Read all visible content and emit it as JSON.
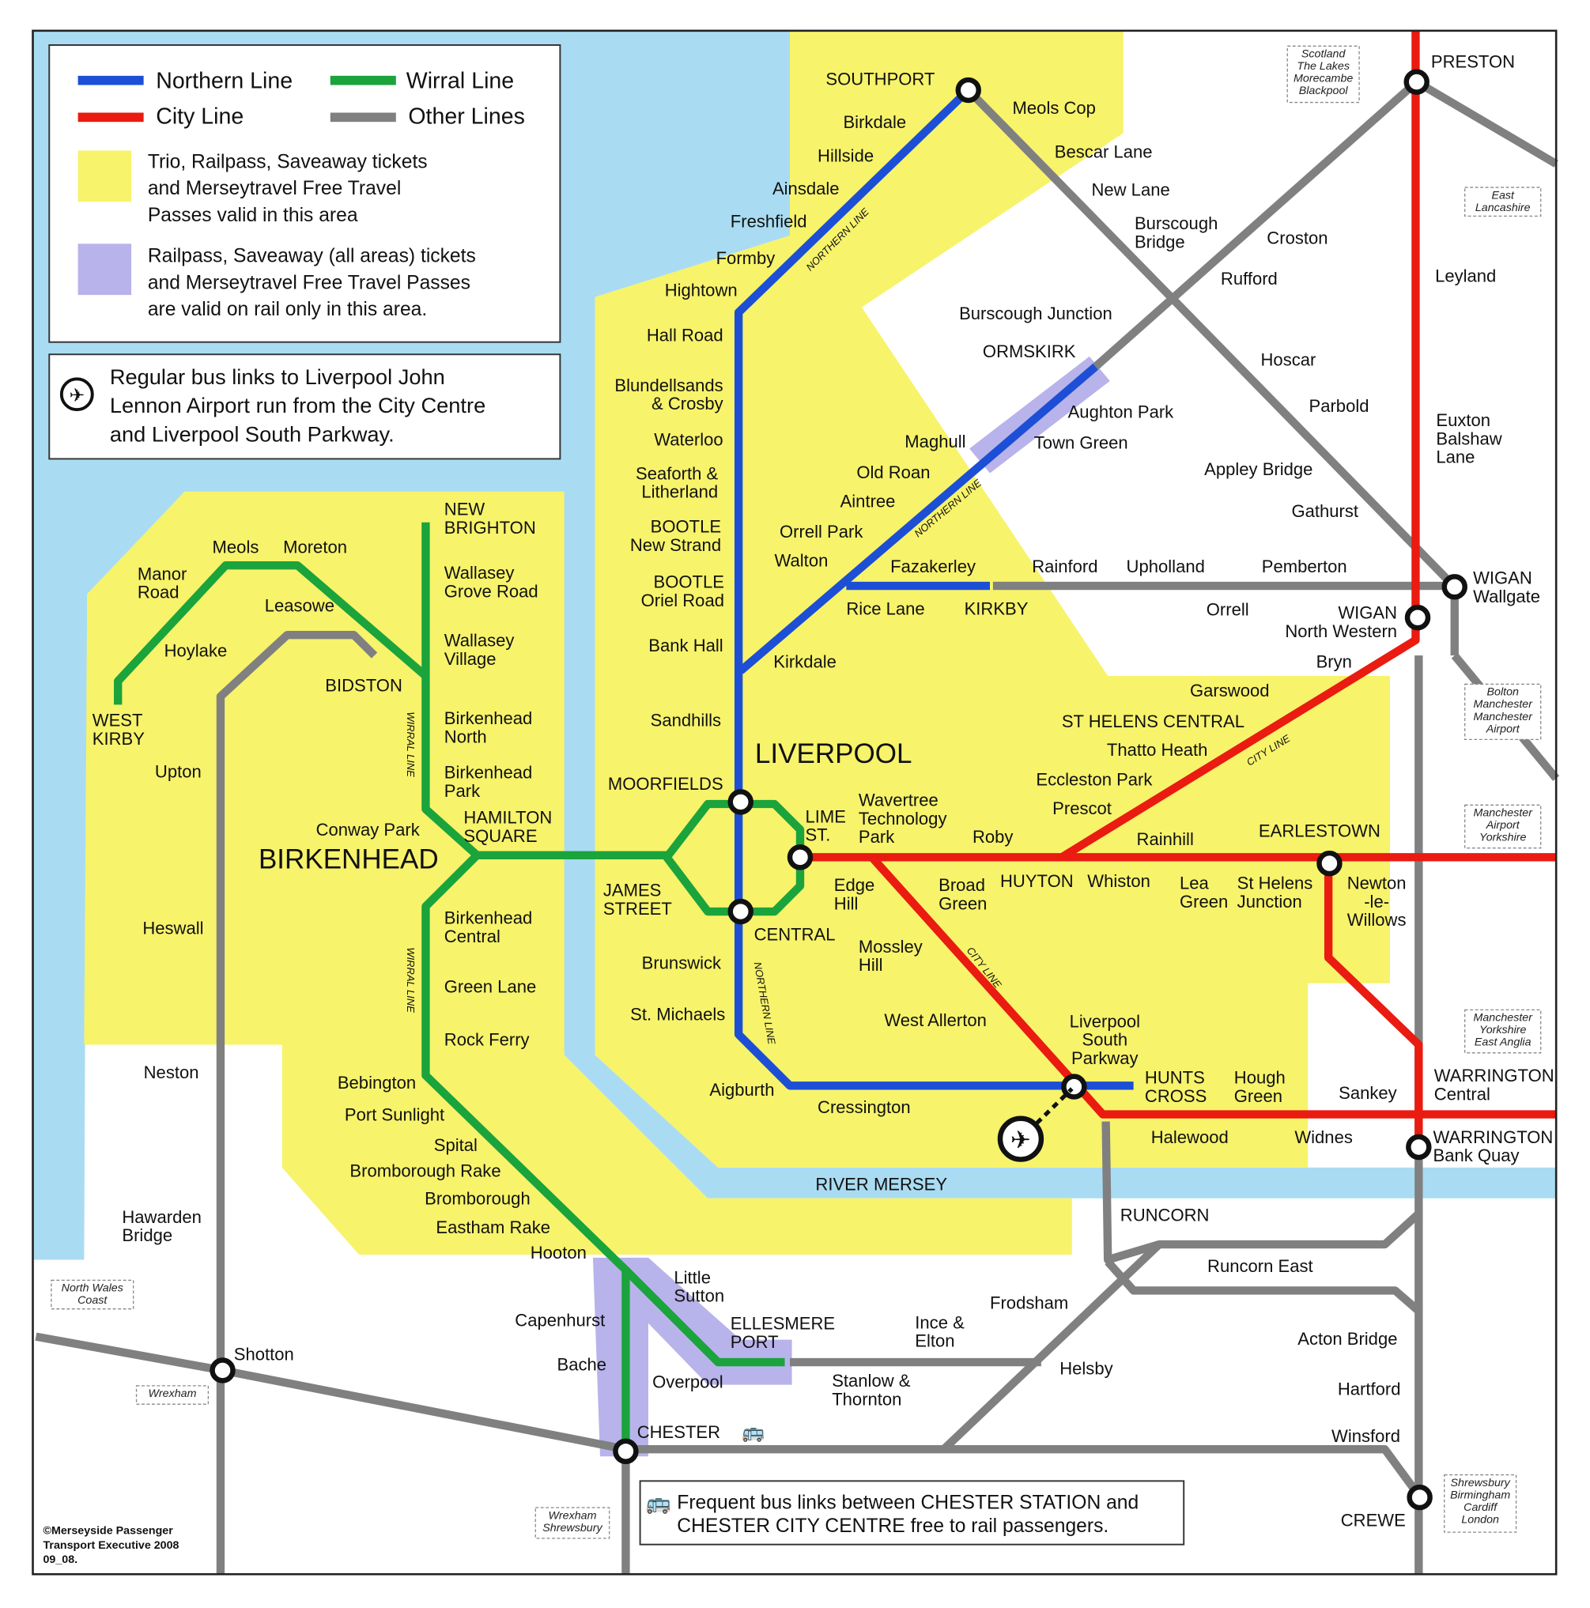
{
  "legend": {
    "northern": "Northern Line",
    "wirral": "Wirral Line",
    "city": "City Line",
    "other": "Other Lines",
    "yellow_text": [
      "Trio, Railpass, Saveaway tickets",
      "and Merseytravel Free Travel",
      "Passes valid in this area"
    ],
    "purple_text": [
      "Railpass, Saveaway (all areas) tickets",
      "and Merseytravel Free Travel Passes",
      "are valid on rail only in this area."
    ],
    "colors": {
      "northern": "#1c4fd6",
      "wirral": "#1ba33c",
      "city": "#ea1b10",
      "other": "#808080",
      "yellow": "#f7f36b",
      "purple": "#b8b3ea",
      "water": "#a9dcf2"
    }
  },
  "airport_note": [
    "Regular bus links to Liverpool John",
    "Lennon Airport run from the City Centre",
    "and Liverpool South Parkway."
  ],
  "bus_note": [
    "Frequent bus links between CHESTER STATION and",
    "CHESTER CITY CENTRE free to rail passengers."
  ],
  "copyright": [
    "©Merseyside Passenger",
    "Transport Executive 2008",
    "09_08."
  ],
  "line_labels": {
    "northern": "NORTHERN LINE",
    "wirral": "WIRRAL LINE",
    "city": "CITY LINE"
  },
  "directions": {
    "scotland": [
      "Scotland",
      "The Lakes",
      "Morecambe",
      "Blackpool"
    ],
    "east_lancs": [
      "East",
      "Lancashire"
    ],
    "bolton": [
      "Bolton",
      "Manchester",
      "Manchester",
      "Airport"
    ],
    "manc_airport": [
      "Manchester",
      "Airport",
      "Yorkshire"
    ],
    "manc_yorks": [
      "Manchester",
      "Yorkshire",
      "East Anglia"
    ],
    "shrewsbury": [
      "Shrewsbury",
      "Birmingham",
      "Cardiff",
      "London"
    ],
    "wrex_shrews": [
      "Wrexham",
      "Shrewsbury"
    ],
    "wrexham": [
      "Wrexham"
    ],
    "north_wales": [
      "North Wales",
      "Coast"
    ]
  },
  "stations": {
    "southport": [
      "SOUTHPORT"
    ],
    "meols_cop": [
      "Meols Cop"
    ],
    "birkdale": [
      "Birkdale"
    ],
    "hillside": [
      "Hillside"
    ],
    "ainsdale": [
      "Ainsdale"
    ],
    "freshfield": [
      "Freshfield"
    ],
    "formby": [
      "Formby"
    ],
    "hightown": [
      "Hightown"
    ],
    "hall_road": [
      "Hall Road"
    ],
    "blundellsands": [
      "Blundellsands",
      "& Crosby"
    ],
    "waterloo": [
      "Waterloo"
    ],
    "seaforth": [
      "Seaforth &",
      "Litherland"
    ],
    "bootle_ns": [
      "BOOTLE",
      "New Strand"
    ],
    "bootle_or": [
      "BOOTLE",
      "Oriel Road"
    ],
    "bank_hall": [
      "Bank Hall"
    ],
    "sandhills": [
      "Sandhills"
    ],
    "kirkdale": [
      "Kirkdale"
    ],
    "liverpool": [
      "LIVERPOOL"
    ],
    "moorfields": [
      "MOORFIELDS"
    ],
    "lime_st": [
      "LIME",
      "ST."
    ],
    "wavertree": [
      "Wavertree",
      "Technology",
      "Park"
    ],
    "central": [
      "CENTRAL"
    ],
    "james_st": [
      "JAMES",
      "STREET"
    ],
    "brunswick": [
      "Brunswick"
    ],
    "st_michaels": [
      "St. Michaels"
    ],
    "aigburth": [
      "Aigburth"
    ],
    "cressington": [
      "Cressington"
    ],
    "edge_hill": [
      "Edge",
      "Hill"
    ],
    "broad_green": [
      "Broad",
      "Green"
    ],
    "roby": [
      "Roby"
    ],
    "huyton": [
      "HUYTON"
    ],
    "whiston": [
      "Whiston"
    ],
    "lea_green": [
      "Lea",
      "Green"
    ],
    "st_helens_jn": [
      "St Helens",
      "Junction"
    ],
    "newton": [
      "Newton",
      "-le-",
      "Willows"
    ],
    "mossley_hill": [
      "Mossley",
      "Hill"
    ],
    "west_allerton": [
      "West Allerton"
    ],
    "lsp": [
      "Liverpool",
      "South",
      "Parkway"
    ],
    "hunts_cross": [
      "HUNTS",
      "CROSS"
    ],
    "hough_green": [
      "Hough",
      "Green"
    ],
    "sankey": [
      "Sankey"
    ],
    "warrington_c": [
      "WARRINGTON",
      "Central"
    ],
    "halewood": [
      "Halewood"
    ],
    "widnes": [
      "Widnes"
    ],
    "warrington_bq": [
      "WARRINGTON",
      "Bank Quay"
    ],
    "river_mersey": [
      "RIVER MERSEY"
    ],
    "runcorn": [
      "RUNCORN"
    ],
    "runcorn_east": [
      "Runcorn East"
    ],
    "frodsham": [
      "Frodsham"
    ],
    "ince": [
      "Ince &",
      "Elton"
    ],
    "helsby": [
      "Helsby"
    ],
    "stanlow": [
      "Stanlow &",
      "Thornton"
    ],
    "acton_bridge": [
      "Acton Bridge"
    ],
    "hartford": [
      "Hartford"
    ],
    "winsford": [
      "Winsford"
    ],
    "crewe": [
      "CREWE"
    ],
    "ellesmere_port": [
      "ELLESMERE",
      "PORT"
    ],
    "little_sutton": [
      "Little",
      "Sutton"
    ],
    "capenhurst": [
      "Capenhurst"
    ],
    "bache": [
      "Bache"
    ],
    "overpool": [
      "Overpool"
    ],
    "chester": [
      "CHESTER"
    ],
    "hooton": [
      "Hooton"
    ],
    "eastham_rake": [
      "Eastham Rake"
    ],
    "bromborough": [
      "Bromborough"
    ],
    "bromborough_rake": [
      "Bromborough Rake"
    ],
    "spital": [
      "Spital"
    ],
    "port_sunlight": [
      "Port Sunlight"
    ],
    "bebington": [
      "Bebington"
    ],
    "rock_ferry": [
      "Rock Ferry"
    ],
    "green_lane": [
      "Green Lane"
    ],
    "birkenhead_c": [
      "Birkenhead",
      "Central"
    ],
    "hamilton_sq": [
      "HAMILTON",
      "SQUARE"
    ],
    "conway_park": [
      "Conway Park"
    ],
    "birkenhead": [
      "BIRKENHEAD"
    ],
    "birkenhead_park": [
      "Birkenhead",
      "Park"
    ],
    "birkenhead_n": [
      "Birkenhead",
      "North"
    ],
    "wallasey_v": [
      "Wallasey",
      "Village"
    ],
    "wallasey_gr": [
      "Wallasey",
      "Grove Road"
    ],
    "new_brighton": [
      "NEW",
      "BRIGHTON"
    ],
    "meols": [
      "Meols"
    ],
    "moreton": [
      "Moreton"
    ],
    "manor_road": [
      "Manor",
      "Road"
    ],
    "leasowe": [
      "Leasowe"
    ],
    "hoylake": [
      "Hoylake"
    ],
    "bidston": [
      "BIDSTON"
    ],
    "west_kirby": [
      "WEST",
      "KIRBY"
    ],
    "upton": [
      "Upton"
    ],
    "heswall": [
      "Heswall"
    ],
    "neston": [
      "Neston"
    ],
    "hawarden": [
      "Hawarden",
      "Bridge"
    ],
    "shotton": [
      "Shotton"
    ],
    "ormskirk": [
      "ORMSKIRK"
    ],
    "burscough_jn": [
      "Burscough Junction"
    ],
    "aughton_park": [
      "Aughton Park"
    ],
    "town_green": [
      "Town Green"
    ],
    "maghull": [
      "Maghull"
    ],
    "old_roan": [
      "Old Roan"
    ],
    "aintree": [
      "Aintree"
    ],
    "orrell_park": [
      "Orrell Park"
    ],
    "walton": [
      "Walton"
    ],
    "fazakerley": [
      "Fazakerley"
    ],
    "rice_lane": [
      "Rice Lane"
    ],
    "kirkby": [
      "KIRKBY"
    ],
    "rainford": [
      "Rainford"
    ],
    "upholland": [
      "Upholland"
    ],
    "pemberton": [
      "Pemberton"
    ],
    "orrell": [
      "Orrell"
    ],
    "wigan_w": [
      "WIGAN",
      "Wallgate"
    ],
    "wigan_nw": [
      "WIGAN",
      "North Western"
    ],
    "bryn": [
      "Bryn"
    ],
    "garswood": [
      "Garswood"
    ],
    "st_helens_c": [
      "ST  HELENS CENTRAL"
    ],
    "thatto_heath": [
      "Thatto Heath"
    ],
    "eccleston_park": [
      "Eccleston Park"
    ],
    "prescot": [
      "Prescot"
    ],
    "rainhill": [
      "Rainhill"
    ],
    "earlestown": [
      "EARLESTOWN"
    ],
    "bescar_lane": [
      "Bescar Lane"
    ],
    "new_lane": [
      "New Lane"
    ],
    "burscough_br": [
      "Burscough",
      "Bridge"
    ],
    "croston": [
      "Croston"
    ],
    "rufford": [
      "Rufford"
    ],
    "hoscar": [
      "Hoscar"
    ],
    "parbold": [
      "Parbold"
    ],
    "appley_bridge": [
      "Appley Bridge"
    ],
    "gathurst": [
      "Gathurst"
    ],
    "leyland": [
      "Leyland"
    ],
    "euxton": [
      "Euxton",
      "Balshaw",
      "Lane"
    ],
    "preston": [
      "PRESTON"
    ]
  }
}
